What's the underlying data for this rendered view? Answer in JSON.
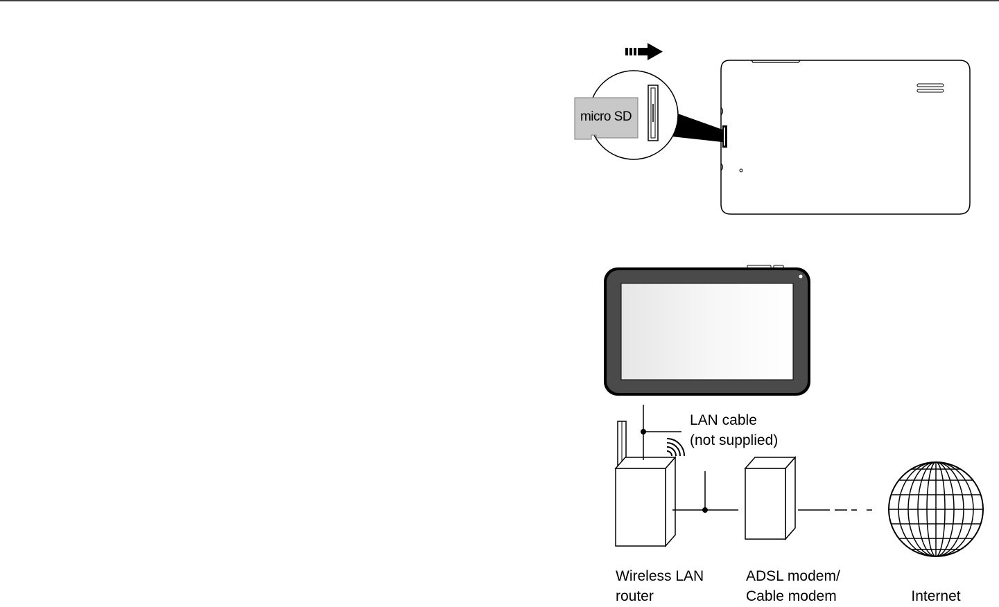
{
  "sd_insert_figure": {
    "card_label": "micro SD"
  },
  "network_figure": {
    "lan_cable_line1": "LAN cable",
    "lan_cable_line2": "(not supplied)",
    "router_label_line1": "Wireless LAN",
    "router_label_line2": "router",
    "modem_label_line1": "ADSL modem/",
    "modem_label_line2": "Cable modem",
    "internet_label": "Internet"
  }
}
